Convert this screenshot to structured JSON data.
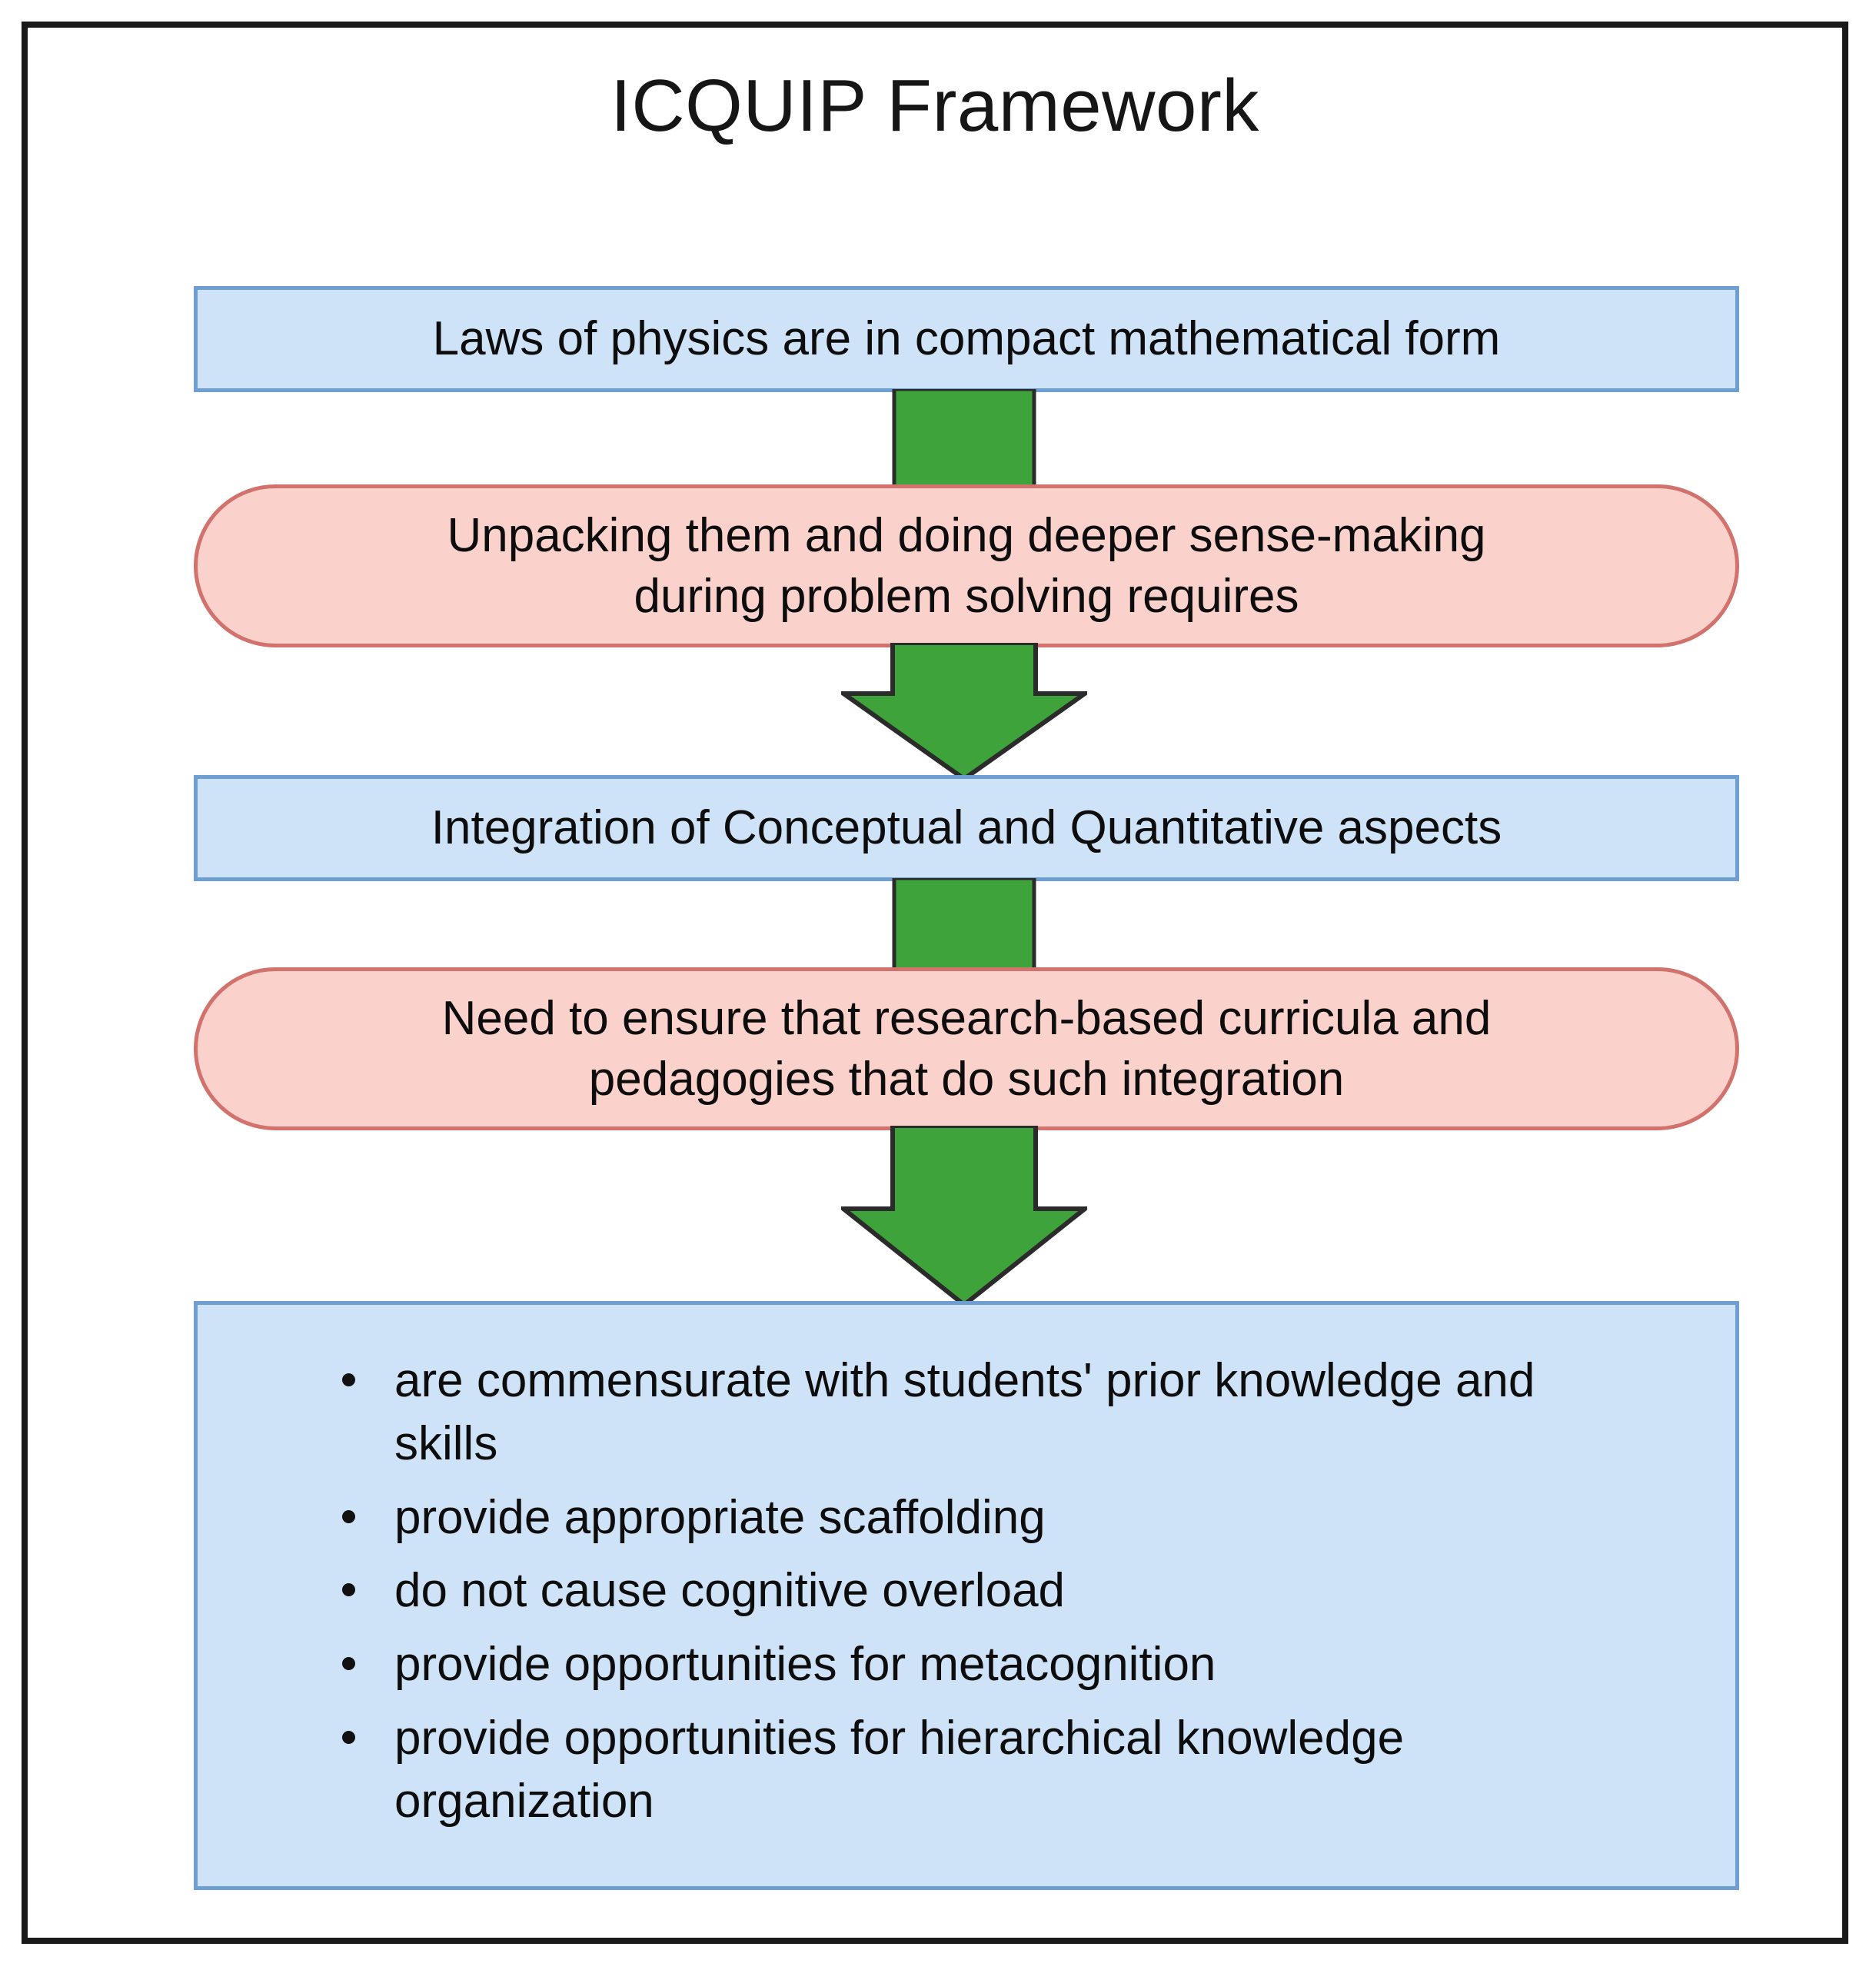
{
  "figure": {
    "title": "ICQUIP Framework",
    "frame_border_color": "#1a1a1a"
  },
  "palette": {
    "blue_fill": "#cfe3f8",
    "blue_border": "#6f9fd2",
    "pink_fill": "#fbd1cb",
    "pink_border": "#d2726c",
    "arrow_fill": "#3da33a",
    "arrow_border": "#2b2b2b",
    "text": "#0d0d0d"
  },
  "nodes": {
    "laws": {
      "shape": "rectangle",
      "color": "blue",
      "text": "Laws of physics are in compact mathematical form"
    },
    "unpacking": {
      "shape": "stadium",
      "color": "pink",
      "line1": "Unpacking them and doing deeper sense-making",
      "line2": "during problem solving requires"
    },
    "integration": {
      "shape": "rectangle",
      "color": "blue",
      "text": "Integration of Conceptual and Quantitative aspects"
    },
    "need": {
      "shape": "stadium",
      "color": "pink",
      "line1": "Need to ensure that research-based curricula and",
      "line2": "pedagogies that do such integration"
    },
    "criteria": {
      "shape": "rectangle",
      "color": "blue",
      "bullets": [
        "are commensurate with students' prior knowledge and skills",
        "provide appropriate scaffolding",
        "do not cause cognitive overload",
        "provide opportunities for metacognition",
        "provide opportunities for hierarchical knowledge organization"
      ]
    }
  },
  "connectors": [
    {
      "name": "laws-to-unpacking",
      "style": "green-bar",
      "direction": "down"
    },
    {
      "name": "unpacking-to-integration",
      "style": "green-block-arrow",
      "direction": "down"
    },
    {
      "name": "integration-to-need",
      "style": "green-bar",
      "direction": "down"
    },
    {
      "name": "need-to-criteria",
      "style": "green-block-arrow",
      "direction": "down"
    }
  ]
}
